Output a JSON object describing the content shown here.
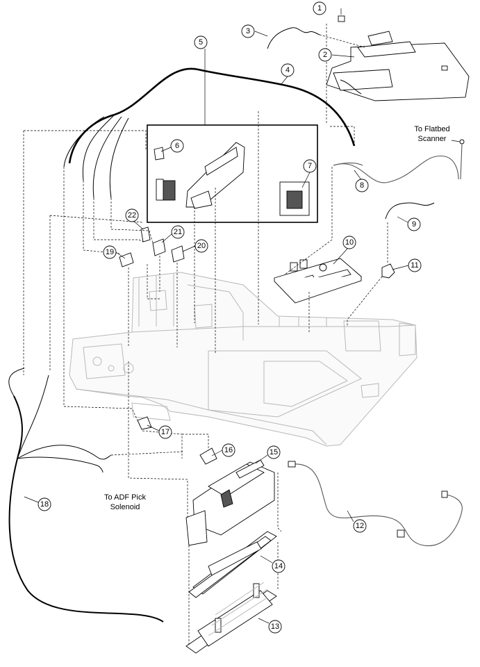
{
  "callouts": [
    {
      "id": "c1",
      "label": "1"
    },
    {
      "id": "c2",
      "label": "2"
    },
    {
      "id": "c3",
      "label": "3"
    },
    {
      "id": "c4",
      "label": "4"
    },
    {
      "id": "c5",
      "label": "5"
    },
    {
      "id": "c6",
      "label": "6"
    },
    {
      "id": "c7",
      "label": "7"
    },
    {
      "id": "c8",
      "label": "8"
    },
    {
      "id": "c9",
      "label": "9"
    },
    {
      "id": "c10",
      "label": "10"
    },
    {
      "id": "c11",
      "label": "11"
    },
    {
      "id": "c12",
      "label": "12"
    },
    {
      "id": "c13",
      "label": "13"
    },
    {
      "id": "c14",
      "label": "14"
    },
    {
      "id": "c15",
      "label": "15"
    },
    {
      "id": "c16",
      "label": "16"
    },
    {
      "id": "c17",
      "label": "17"
    },
    {
      "id": "c18",
      "label": "18"
    },
    {
      "id": "c19",
      "label": "19"
    },
    {
      "id": "c20",
      "label": "20"
    },
    {
      "id": "c21",
      "label": "21"
    },
    {
      "id": "c22",
      "label": "22"
    }
  ],
  "annotations": {
    "flatbed_line1": "To Flatbed",
    "flatbed_line2": "Scanner",
    "adf_line1": "To ADF Pick",
    "adf_line2": "Solenoid"
  }
}
